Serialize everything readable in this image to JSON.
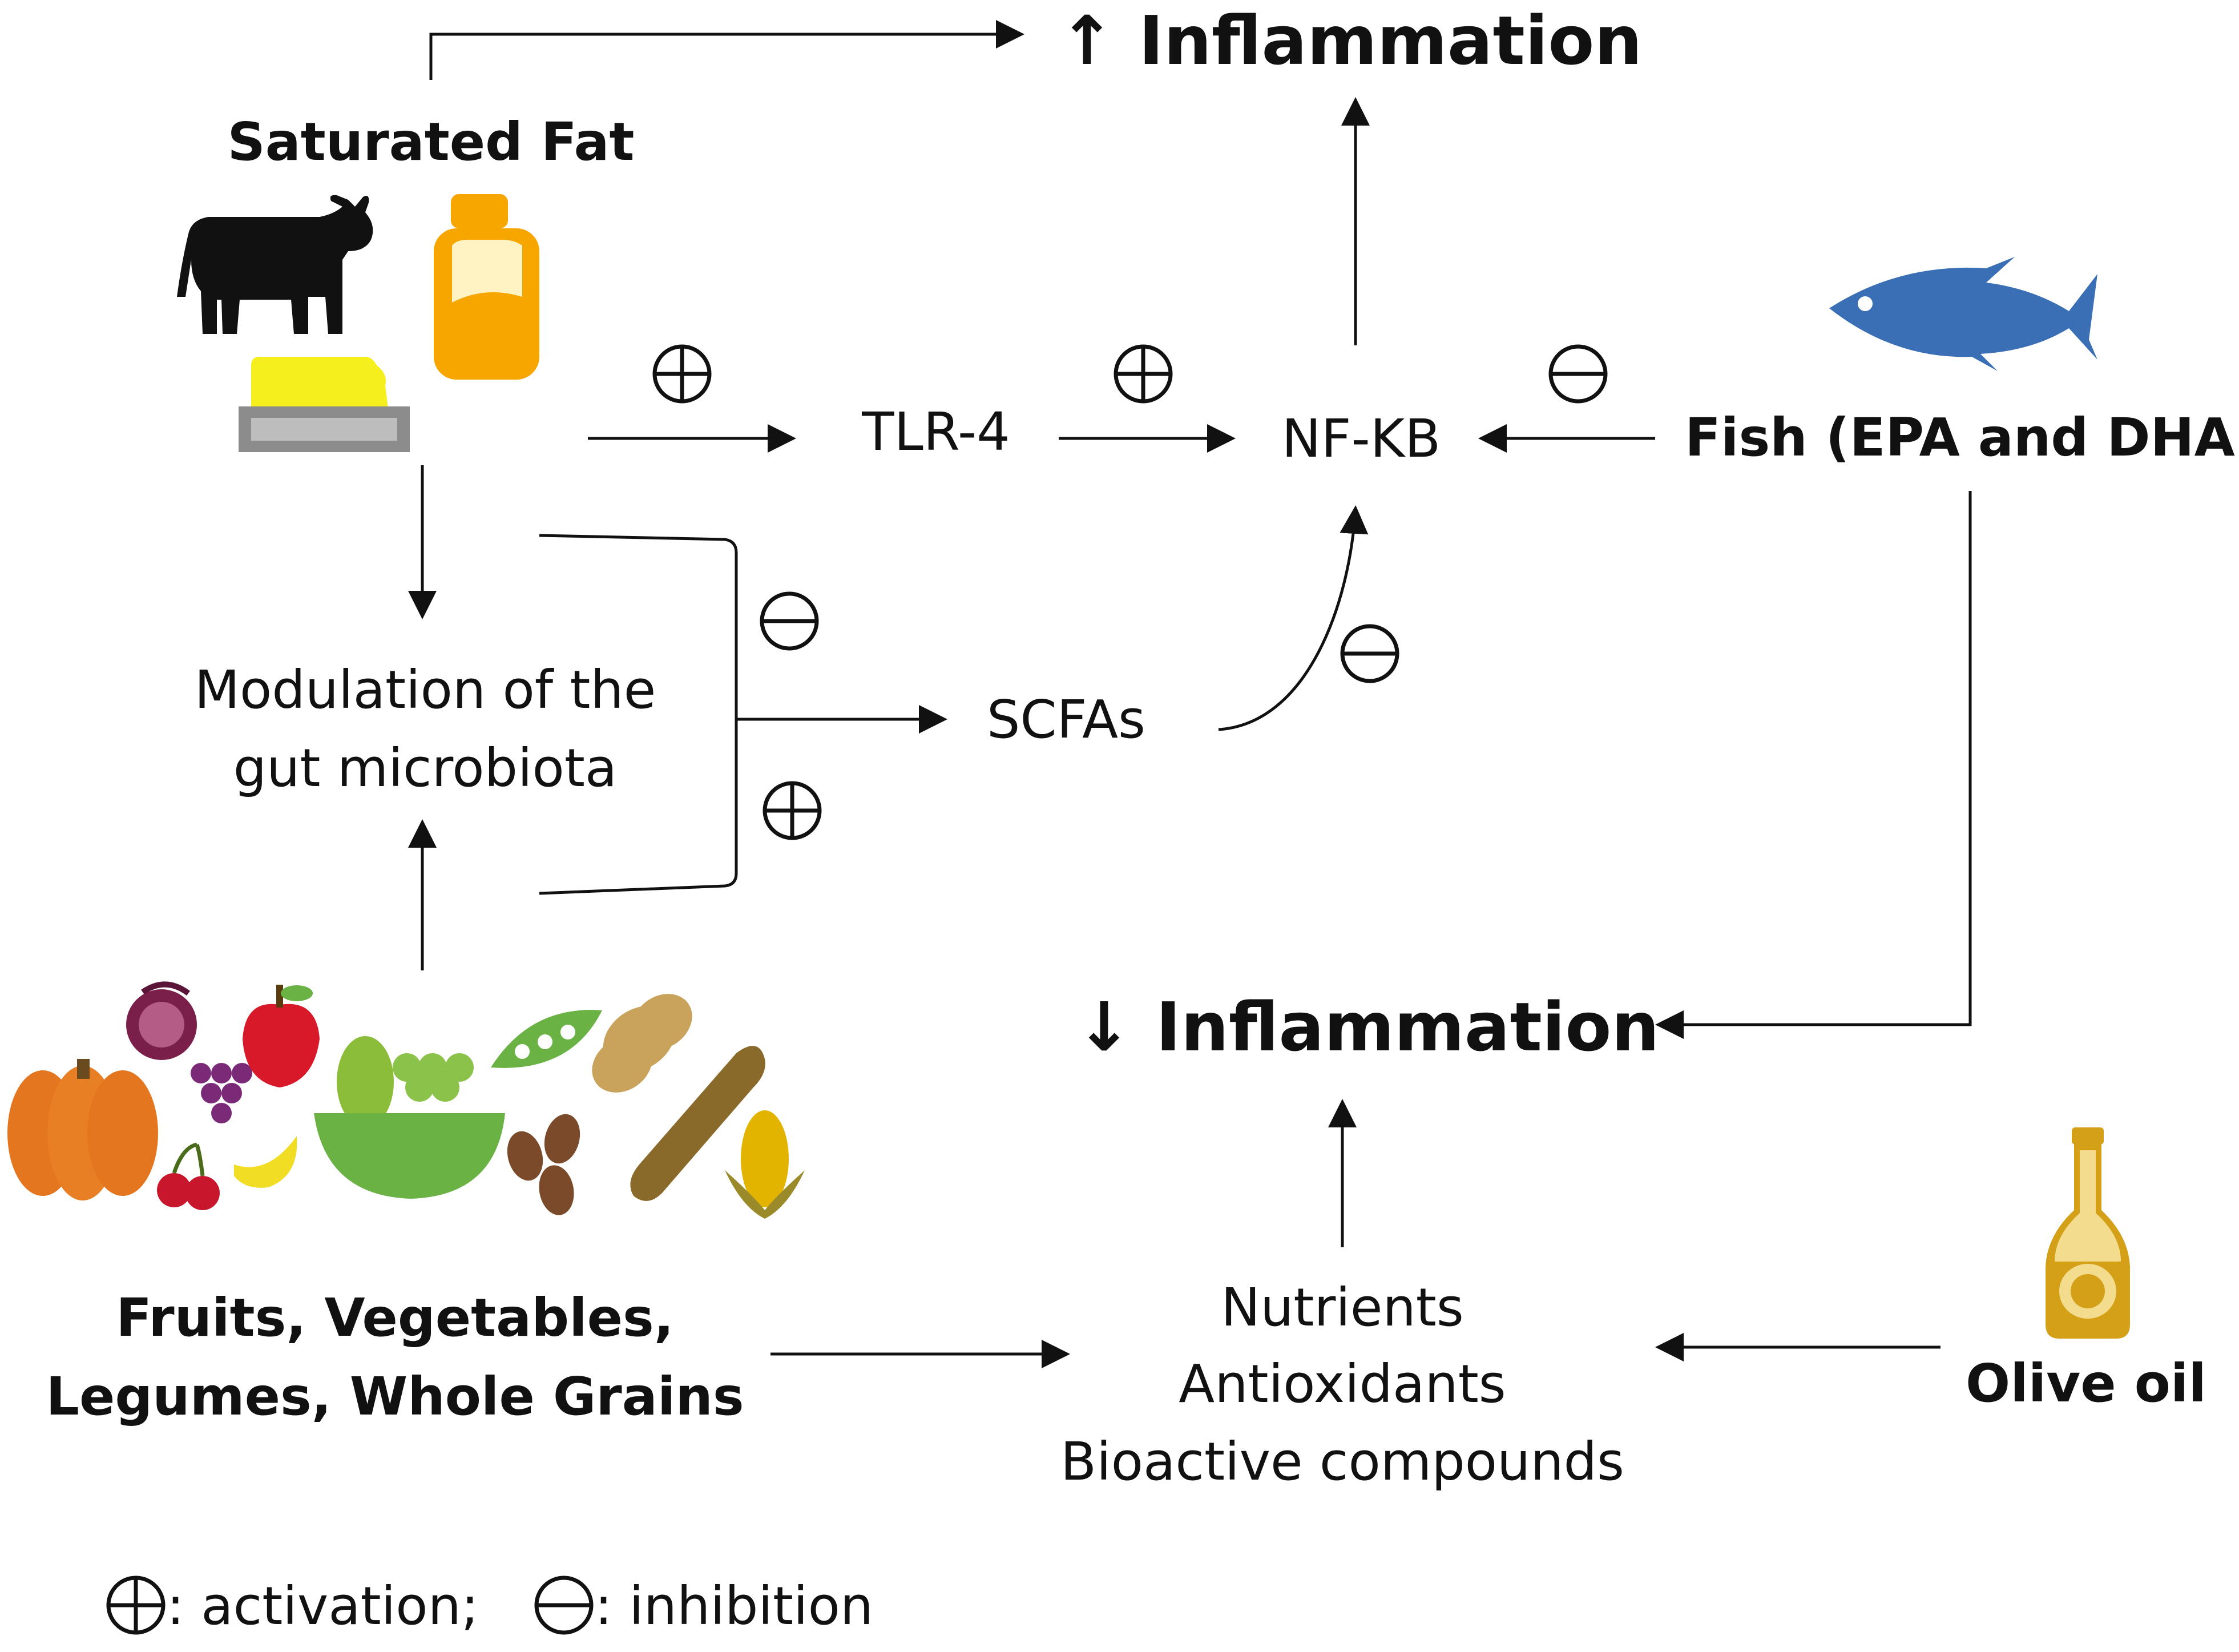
{
  "labels": {
    "inflammation_up": "↑ Inflammation",
    "inflammation_down": "↓ Inflammation",
    "saturated_fat": "Saturated Fat",
    "tlr4": "TLR-4",
    "nfkb": "NF-KB",
    "fish": "Fish (EPA and DHA)",
    "gut_line1": "Modulation of the",
    "gut_line2": "gut microbiota",
    "scfas": "SCFAs",
    "fruits_line1": "Fruits, Vegetables,",
    "fruits_line2": "Legumes, Whole Grains",
    "nutrients": "Nutrients",
    "antioxidants": "Antioxidants",
    "bioactive": "Bioactive compounds",
    "olive_oil": "Olive oil"
  },
  "legend": {
    "activation": ": activation;",
    "inhibition": ": inhibition"
  },
  "colors": {
    "fish": "#3a6fb5",
    "cow": "#111111",
    "milk": "#f7a600",
    "butter": "#f5ef1e",
    "tray": "#8c8c8c",
    "olive_oil": "#d4a017",
    "pumpkin": "#e3761f",
    "apple": "#d7192a",
    "grapes": "#7b2a78",
    "bowl": "#6ab244",
    "peanut": "#c9a25c",
    "bread": "#8a6a2a",
    "coffee": "#7a4a2a",
    "corn": "#e2b400",
    "banana": "#f2dd25"
  },
  "icons": [
    "cow-icon",
    "milk-jar-icon",
    "butter-icon",
    "fish-icon",
    "olive-oil-bottle-icon",
    "fruits-vegetables-icon"
  ]
}
